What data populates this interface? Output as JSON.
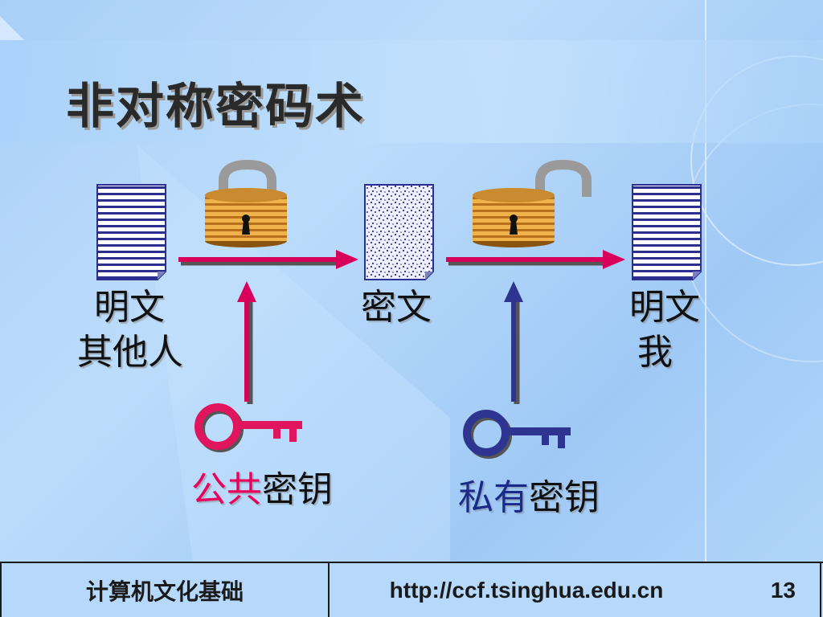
{
  "slide": {
    "title": "非对称密码术"
  },
  "diagram": {
    "plaintext_left_label": "明文",
    "plaintext_left_sublabel": "其他人",
    "ciphertext_label": "密文",
    "plaintext_right_label": "明文",
    "plaintext_right_sublabel": "我",
    "public_key": {
      "prefix": "公共",
      "suffix": "密钥",
      "prefix_color": "#e8005a",
      "key_color": "#e0155e"
    },
    "private_key": {
      "prefix": "私有",
      "suffix": "密钥",
      "prefix_color": "#1a2a8a",
      "key_color": "#2e3590"
    },
    "icons": [
      "document-lined-icon",
      "padlock-closed-icon",
      "document-scrambled-icon",
      "padlock-open-icon",
      "key-icon",
      "arrow-right-icon",
      "arrow-up-icon"
    ]
  },
  "footer": {
    "course": "计算机文化基础",
    "url": "http://ccf.tsinghua.edu.cn",
    "page_number": "13"
  },
  "colors": {
    "background": "#b3d6fa",
    "arrow_pink": "#d8005a",
    "arrow_blue": "#2e3590",
    "lock_gold": "#e9a83a"
  }
}
